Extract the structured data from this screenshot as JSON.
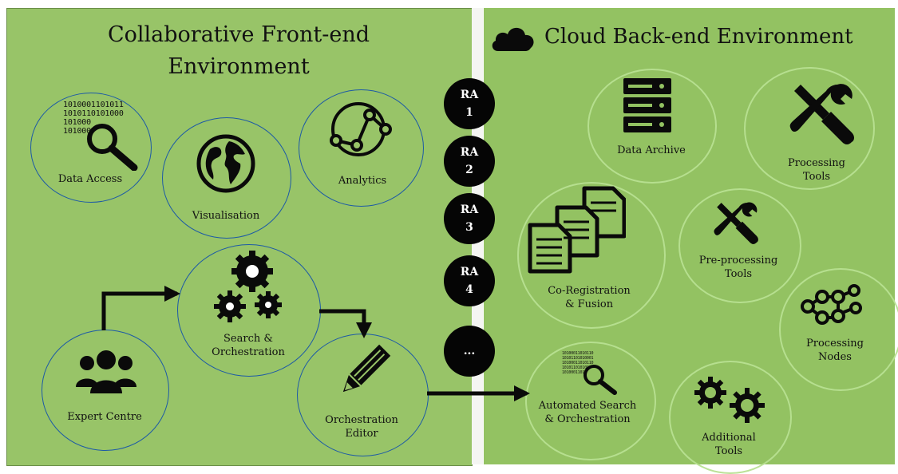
{
  "left": {
    "title_line1": "Collaborative Front-end",
    "title_line2": "Environment",
    "nodes": {
      "data_access": "Data Access",
      "visualisation": "Visualisation",
      "analytics": "Analytics",
      "search_line1": "Search &",
      "search_line2": "Orchestration",
      "expert_centre": "Expert Centre",
      "editor_line1": "Orchestration",
      "editor_line2": "Editor"
    },
    "binary": [
      "1010001101011",
      "1010110101000",
      "101000",
      "101000"
    ]
  },
  "ra_markers": [
    {
      "top": "RA",
      "bottom": "1"
    },
    {
      "top": "RA",
      "bottom": "2"
    },
    {
      "top": "RA",
      "bottom": "3"
    },
    {
      "top": "RA",
      "bottom": "4"
    },
    {
      "top": "...",
      "bottom": ""
    }
  ],
  "right": {
    "title": "Cloud Back-end Environment",
    "nodes": {
      "data_archive": "Data Archive",
      "processing_tools_line1": "Processing",
      "processing_tools_line2": "Tools",
      "preprocessing_line1": "Pre-processing",
      "preprocessing_line2": "Tools",
      "coreg_line1": "Co-Registration",
      "coreg_line2": "& Fusion",
      "processing_nodes_line1": "Processing",
      "processing_nodes_line2": "Nodes",
      "auto_search_line1": "Automated Search",
      "auto_search_line2": "& Orchestration",
      "additional_line1": "Additional",
      "additional_line2": "Tools"
    }
  },
  "colors": {
    "left_panel": "#98c468",
    "right_panel": "#93c262",
    "circle_border": "#1d5aa6",
    "ra_fill": "#050505"
  }
}
